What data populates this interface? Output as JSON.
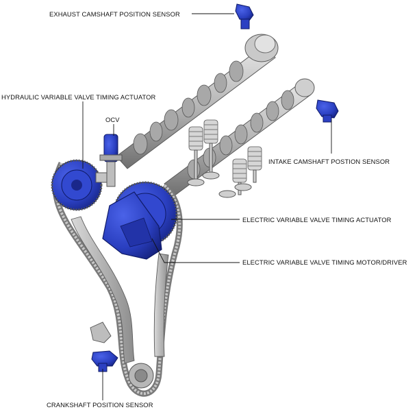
{
  "labels": {
    "exhaust_cam_sensor": "EXHAUST CAMSHAFT POSITION SENSOR",
    "hydraulic_vvt": "HYDRAULIC VARIABLE VALVE TIMING ACTUATOR",
    "ocv": "OCV",
    "intake_cam_sensor": "INTAKE CAMSHAFT POSTION SENSOR",
    "electric_vvt_actuator": "ELECTRIC VARIABLE VALVE TIMING ACTUATOR",
    "electric_vvt_motor": "ELECTRIC VARIABLE VALVE TIMING MOTOR/DRIVER",
    "crank_sensor": "CRANKSHAFT POSITION SENSOR"
  },
  "colors": {
    "component_blue": "#2a3fc0",
    "component_blue_dark": "#14207a",
    "metal_gray": "#b9b9b9",
    "metal_dark": "#6e6e6e",
    "leader_line": "#111111"
  }
}
